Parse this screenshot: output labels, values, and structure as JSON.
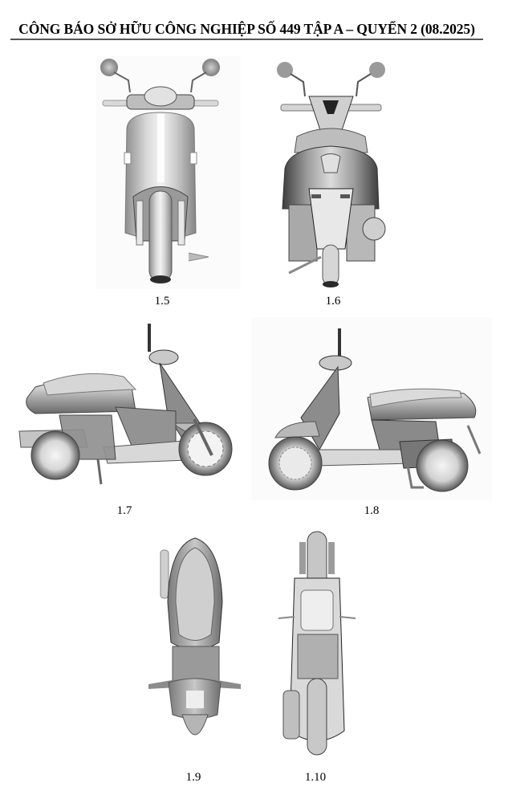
{
  "document": {
    "header": {
      "title": "CÔNG BÁO SỞ HỮU CÔNG NGHIỆP SỐ 449 TẬP A – QUYỂN 2 (08.2025)"
    },
    "figures": [
      {
        "id": "1.5",
        "label": "1.5",
        "view": "front view of scooter"
      },
      {
        "id": "1.6",
        "label": "1.6",
        "view": "rear view of scooter"
      },
      {
        "id": "1.7",
        "label": "1.7",
        "view": "left side view of scooter"
      },
      {
        "id": "1.8",
        "label": "1.8",
        "view": "right side view of scooter"
      },
      {
        "id": "1.9",
        "label": "1.9",
        "view": "top view of scooter"
      },
      {
        "id": "1.10",
        "label": "1.10",
        "view": "bottom view of scooter"
      }
    ],
    "colors": {
      "background": "#ffffff",
      "header_rule": "#555555",
      "drawing_light": "#e6e6e6",
      "drawing_mid": "#a8a8a8",
      "drawing_dark": "#3a3a3a"
    }
  }
}
